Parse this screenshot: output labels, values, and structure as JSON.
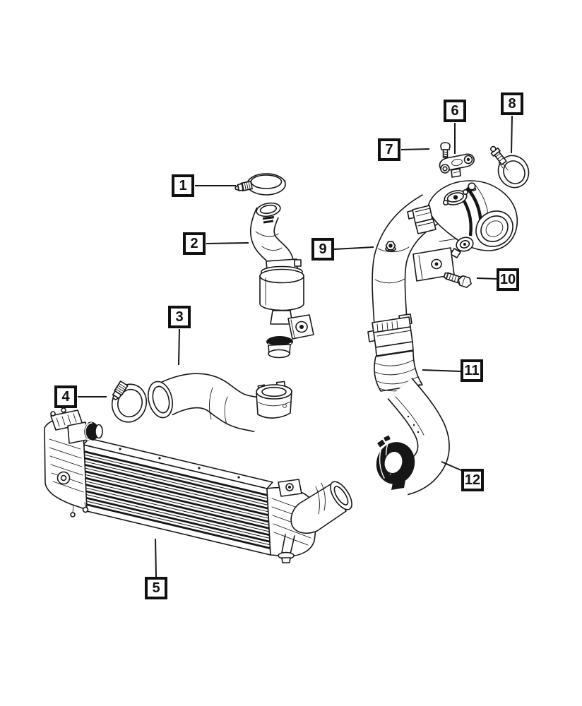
{
  "image_type": "automotive-parts-diagram",
  "colors": {
    "background": "#ffffff",
    "line": "#161616",
    "callout_border": "#111111"
  },
  "callouts": [
    {
      "label": "1",
      "part": "upper-hose-clamp"
    },
    {
      "label": "2",
      "part": "upper-intercooler-duct"
    },
    {
      "label": "3",
      "part": "intercooler-inlet-hose"
    },
    {
      "label": "4",
      "part": "lower-hose-clamp"
    },
    {
      "label": "5",
      "part": "charge-air-cooler"
    },
    {
      "label": "6",
      "part": "map-sensor"
    },
    {
      "label": "7",
      "part": "sensor-screw"
    },
    {
      "label": "8",
      "part": "duct-band-clamp"
    },
    {
      "label": "9",
      "part": "nut"
    },
    {
      "label": "10",
      "part": "bracket-bolt"
    },
    {
      "label": "11",
      "part": "outlet-duct"
    },
    {
      "label": "12",
      "part": "outlet-hose-elbow"
    }
  ]
}
